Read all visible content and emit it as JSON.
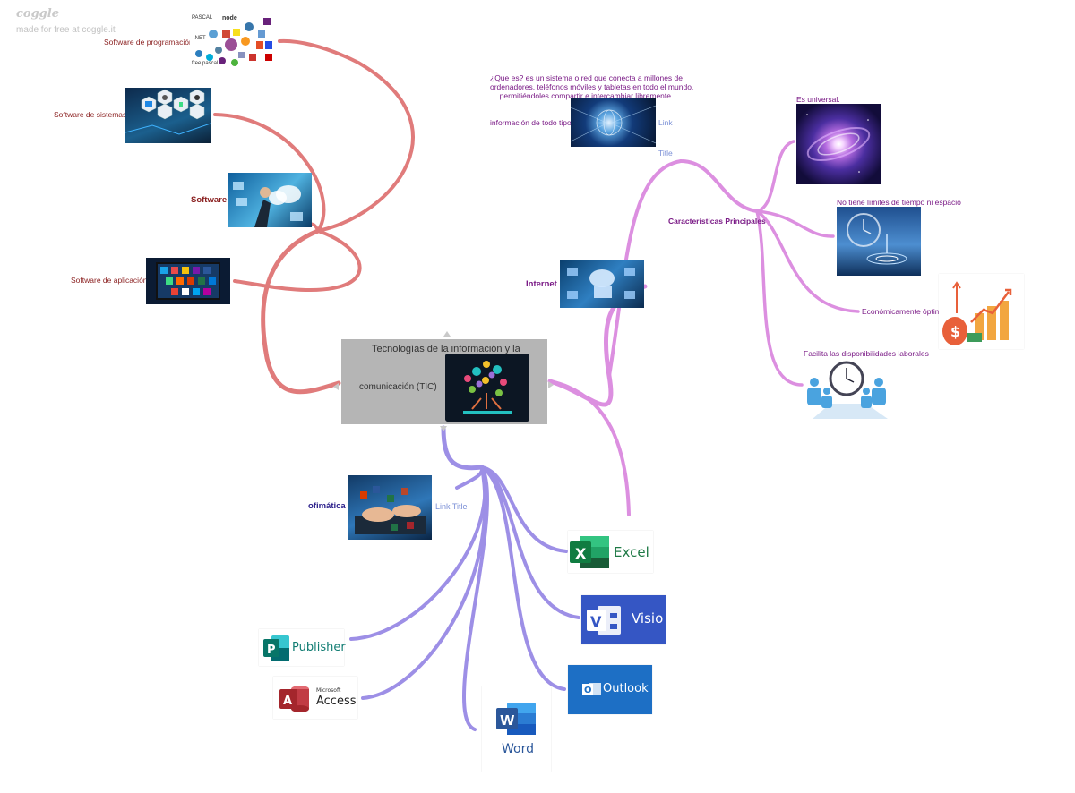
{
  "branding": {
    "name": "coggle",
    "tagline": "made for free at coggle.it"
  },
  "center": {
    "line1": "Tecnologías de la información y la",
    "line2": "comunicación (TIC)"
  },
  "software": {
    "label": "Software",
    "programacion": "Software de programación",
    "programacion_logos": [
      "PASCAL",
      "node",
      ".NET",
      "free pascal"
    ],
    "sistemas": "Software de sistemas",
    "aplicacion": "Software de aplicación"
  },
  "internet": {
    "label": "Internet",
    "que_es_line1": "¿Que es? es un sistema o red que conecta a millones de",
    "que_es_line2": "ordenadores, teléfonos móviles y tabletas en todo el mundo,",
    "que_es_line3": "permitiéndoles compartir e intercambiar libremente",
    "que_es_line4": "información de todo tipo.",
    "link": "Link",
    "link_title": "Title",
    "caracteristicas": "Características Principales",
    "universal": "Es universal.",
    "sin_limites": "No tiene límites de tiempo ni espacio",
    "economico": "Económicamente óptimo",
    "laborales": "Facilita las disponibilidades laborales"
  },
  "ofimatica": {
    "label": "ofimática",
    "link_title": "Link Title",
    "apps": {
      "excel": "Excel",
      "visio": "Visio",
      "outlook": "Outlook",
      "word": "Word",
      "publisher": "Publisher",
      "access_small": "Microsoft",
      "access": "Access"
    }
  },
  "colors": {
    "software_branch": "#e07b7b",
    "internet_branch": "#dc8fe0",
    "ofimatica_branch": "#9d8fe6",
    "center_box": "#b5b5b5",
    "excel": "#1f7a46",
    "visio": "#3556c4",
    "outlook": "#1d6fc5",
    "word": "#2b579a",
    "publisher": "#107c72",
    "access": "#a4262c"
  },
  "icons": [
    "programming-languages-image",
    "operating-systems-image",
    "cloud-software-image",
    "app-icons-image",
    "tree-network-image",
    "globe-network-image",
    "cloud-computer-image",
    "galaxy-image",
    "clock-water-image",
    "money-growth-image",
    "office-meeting-image",
    "hands-keyboard-image"
  ]
}
